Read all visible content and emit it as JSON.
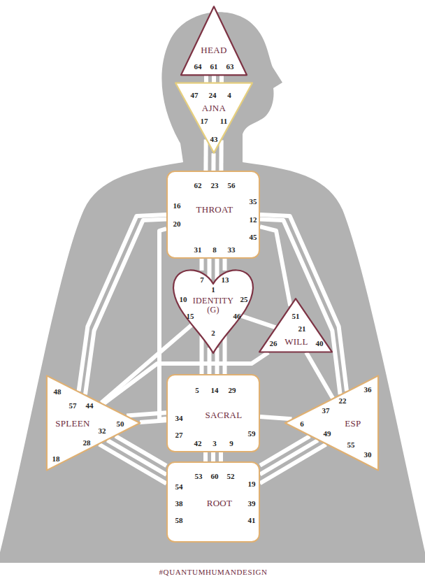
{
  "diagram": {
    "nodes": [
      {
        "text": [
          "HEAD",
          "64",
          "61",
          "63"
        ]
      },
      {
        "text": [
          "47",
          "24",
          "4",
          "AJNA",
          "17",
          "11",
          "43"
        ]
      },
      {
        "text": [
          "62",
          "23",
          "56",
          "16",
          "THROAT",
          "35",
          "20",
          "12",
          "45",
          "31",
          "8",
          "33"
        ]
      },
      {
        "text": [
          "7",
          "13",
          "1",
          "10",
          "IDENTITY (G)",
          "25",
          "15",
          "46",
          "2"
        ]
      },
      {
        "text": [
          "51",
          "21",
          "26",
          "WILL",
          "40"
        ]
      },
      {
        "text": [
          "48",
          "57",
          "44",
          "SPLEEN",
          "50",
          "32",
          "28",
          "18"
        ]
      },
      {
        "text": [
          "5",
          "14",
          "29",
          "34",
          "SACRAL",
          "27",
          "59",
          "42",
          "3",
          "9"
        ]
      },
      {
        "text": [
          "36",
          "22",
          "37",
          "6",
          "ESP",
          "49",
          "55",
          "30"
        ]
      },
      {
        "text": [
          "53",
          "60",
          "52",
          "54",
          "19",
          "38",
          "ROOT",
          "39",
          "58",
          "41"
        ]
      }
    ],
    "edges": [
      {
        "from": 0,
        "to": 1,
        "arrow": "none"
      },
      {
        "from": 0,
        "to": 1,
        "arrow": "none"
      },
      {
        "from": 0,
        "to": 1,
        "arrow": "none"
      },
      {
        "from": 1,
        "to": 2,
        "arrow": "none"
      },
      {
        "from": 1,
        "to": 2,
        "arrow": "none"
      },
      {
        "from": 1,
        "to": 2,
        "arrow": "none"
      },
      {
        "from": 2,
        "to": 3,
        "arrow": "none"
      },
      {
        "from": 2,
        "to": 3,
        "arrow": "none"
      },
      {
        "from": 2,
        "to": 3,
        "arrow": "none"
      },
      {
        "from": 2,
        "to": 3,
        "arrow": "none"
      },
      {
        "from": 2,
        "to": 4,
        "arrow": "none"
      },
      {
        "from": 2,
        "to": 5,
        "arrow": "none"
      },
      {
        "from": 2,
        "to": 5,
        "arrow": "none"
      },
      {
        "from": 2,
        "to": 6,
        "arrow": "none"
      },
      {
        "from": 2,
        "to": 7,
        "arrow": "none"
      },
      {
        "from": 2,
        "to": 7,
        "arrow": "none"
      },
      {
        "from": 3,
        "to": 4,
        "arrow": "none"
      },
      {
        "from": 3,
        "to": 5,
        "arrow": "none"
      },
      {
        "from": 3,
        "to": 6,
        "arrow": "none"
      },
      {
        "from": 3,
        "to": 6,
        "arrow": "none"
      },
      {
        "from": 3,
        "to": 6,
        "arrow": "none"
      },
      {
        "from": 3,
        "to": 6,
        "arrow": "none"
      },
      {
        "from": 4,
        "to": 5,
        "arrow": "none"
      },
      {
        "from": 4,
        "to": 7,
        "arrow": "none"
      },
      {
        "from": 5,
        "to": 6,
        "arrow": "none"
      },
      {
        "from": 5,
        "to": 6,
        "arrow": "none"
      },
      {
        "from": 5,
        "to": 8,
        "arrow": "none"
      },
      {
        "from": 5,
        "to": 8,
        "arrow": "none"
      },
      {
        "from": 5,
        "to": 8,
        "arrow": "none"
      },
      {
        "from": 6,
        "to": 7,
        "arrow": "none"
      },
      {
        "from": 6,
        "to": 8,
        "arrow": "none"
      },
      {
        "from": 6,
        "to": 8,
        "arrow": "none"
      },
      {
        "from": 6,
        "to": 8,
        "arrow": "none"
      },
      {
        "from": 7,
        "to": 8,
        "arrow": "none"
      },
      {
        "from": 7,
        "to": 8,
        "arrow": "none"
      },
      {
        "from": 7,
        "to": 8,
        "arrow": "none"
      }
    ],
    "labels": [
      "#QUANTUMHUMANDESIGN"
    ]
  }
}
